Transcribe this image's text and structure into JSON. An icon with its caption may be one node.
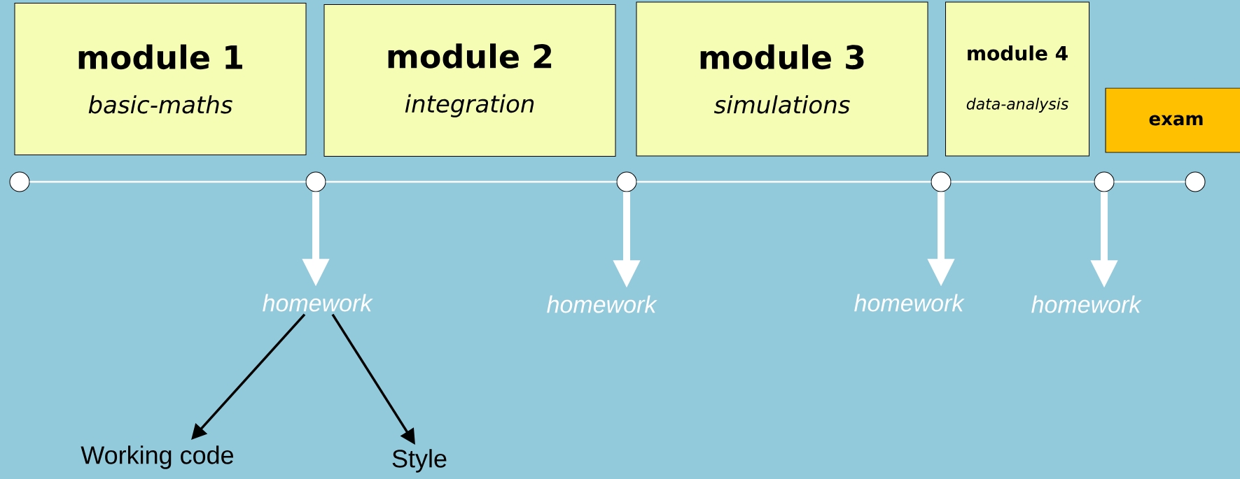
{
  "diagram": {
    "nodes": [
      {
        "text": [
          "module 1",
          "basic-maths"
        ]
      },
      {
        "text": [
          "module 2",
          "integration"
        ]
      },
      {
        "text": [
          "module 3",
          "simulations"
        ]
      },
      {
        "text": [
          "module 4",
          "data-analysis"
        ]
      },
      {
        "text": [
          "exam"
        ]
      },
      {
        "text": [],
        "shape": "circle"
      },
      {
        "text": [],
        "shape": "circle"
      },
      {
        "text": [],
        "shape": "circle"
      },
      {
        "text": [],
        "shape": "circle"
      },
      {
        "text": [],
        "shape": "circle"
      },
      {
        "text": [],
        "shape": "circle"
      },
      {
        "text": [
          "homework"
        ]
      },
      {
        "text": [
          "homework"
        ]
      },
      {
        "text": [
          "homework"
        ]
      },
      {
        "text": [
          "homework"
        ]
      },
      {
        "text": [
          "Working code"
        ]
      },
      {
        "text": [
          "Style"
        ]
      }
    ],
    "edges": [
      {
        "from": 5,
        "to": 6,
        "arrow": "none"
      },
      {
        "from": 6,
        "to": 7,
        "arrow": "none"
      },
      {
        "from": 7,
        "to": 8,
        "arrow": "none"
      },
      {
        "from": 8,
        "to": 9,
        "arrow": "none"
      },
      {
        "from": 9,
        "to": 10,
        "arrow": "none"
      },
      {
        "from": 6,
        "to": 11,
        "arrow": "to",
        "style": "thick"
      },
      {
        "from": 7,
        "to": 12,
        "arrow": "to",
        "style": "thick"
      },
      {
        "from": 8,
        "to": 13,
        "arrow": "to",
        "style": "thick"
      },
      {
        "from": 9,
        "to": 14,
        "arrow": "to",
        "style": "thick"
      },
      {
        "from": 11,
        "to": 15,
        "arrow": "to",
        "color": "#000000"
      },
      {
        "from": 11,
        "to": 16,
        "arrow": "to",
        "color": "#000000"
      }
    ]
  }
}
